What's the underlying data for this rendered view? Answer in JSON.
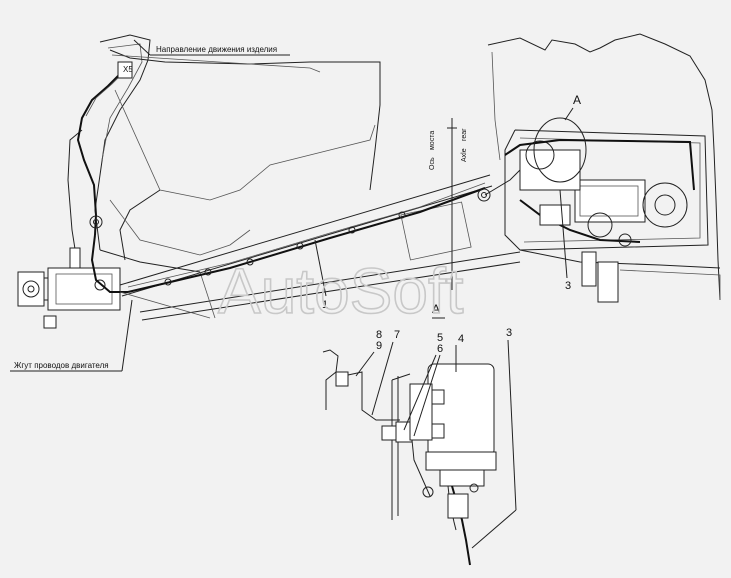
{
  "labels": {
    "direction": "Направление движения изделия",
    "engine_harness": "Жгут проводов двигателя",
    "axle_ru": "Ось",
    "axle_ru2": "моста",
    "axle_en": "Axle",
    "axle_en2": "rear",
    "connector": "X5",
    "view_a_top": "A",
    "view_a_detail": "A"
  },
  "callouts": [
    "1",
    "3",
    "3",
    "4",
    "5",
    "6",
    "7",
    "8",
    "9"
  ],
  "watermark": "AutoSoft"
}
